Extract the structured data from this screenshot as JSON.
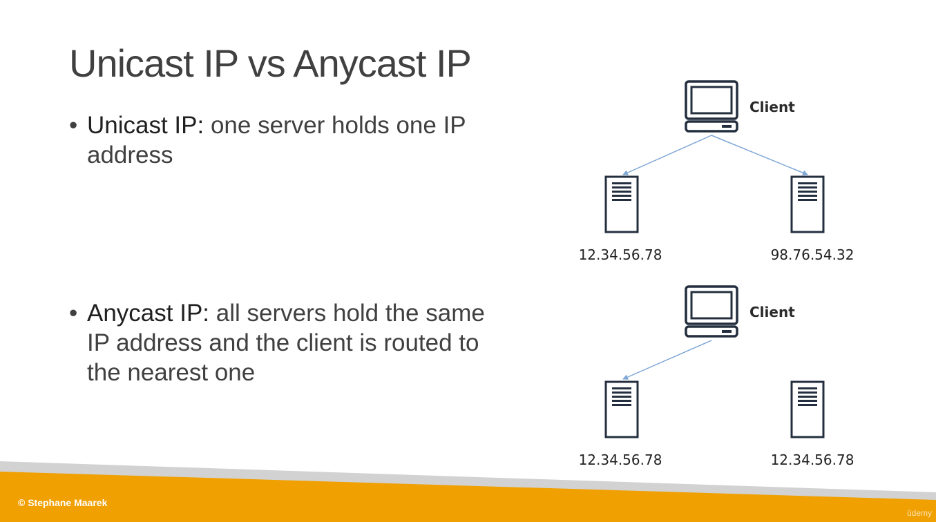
{
  "title": "Unicast IP vs Anycast IP",
  "bullets": {
    "unicast": {
      "term": "Unicast IP:",
      "text": "one server holds one IP address"
    },
    "anycast": {
      "term": "Anycast IP:",
      "text": "all servers hold the same IP address and the client is routed to the nearest one"
    }
  },
  "diagrams": {
    "unicast": {
      "client_label": "Client",
      "servers": [
        {
          "ip": "12.34.56.78"
        },
        {
          "ip": "98.76.54.32"
        }
      ]
    },
    "anycast": {
      "client_label": "Client",
      "servers": [
        {
          "ip": "12.34.56.78"
        },
        {
          "ip": "12.34.56.78"
        }
      ]
    }
  },
  "footer": {
    "copyright": "© Stephane Maarek",
    "watermark": "ûdemy"
  },
  "colors": {
    "accent": "#f0a000",
    "arrow": "#7ea6d6",
    "icon_stroke": "#232f3e"
  }
}
